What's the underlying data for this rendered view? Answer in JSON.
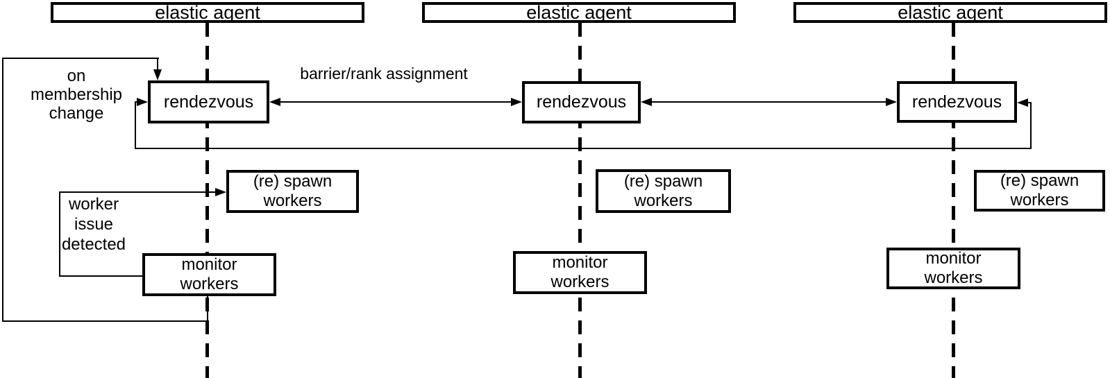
{
  "diagram": {
    "background_color": "#ffffff",
    "line_color": "#000000",
    "agents": [
      {
        "title": "elastic agent",
        "rendezvous_label": "rendezvous",
        "spawn_label": "(re) spawn\nworkers",
        "monitor_label": "monitor\nworkers"
      },
      {
        "title": "elastic agent",
        "rendezvous_label": "rendezvous",
        "spawn_label": "(re) spawn\nworkers",
        "monitor_label": "monitor\nworkers"
      },
      {
        "title": "elastic agent",
        "rendezvous_label": "rendezvous",
        "spawn_label": "(re) spawn\nworkers",
        "monitor_label": "monitor\nworkers"
      }
    ],
    "annotations": {
      "membership_change": "on\nmembership\nchange",
      "worker_issue": "worker\nissue\ndetected",
      "barrier_rank": "barrier/rank assignment"
    }
  }
}
